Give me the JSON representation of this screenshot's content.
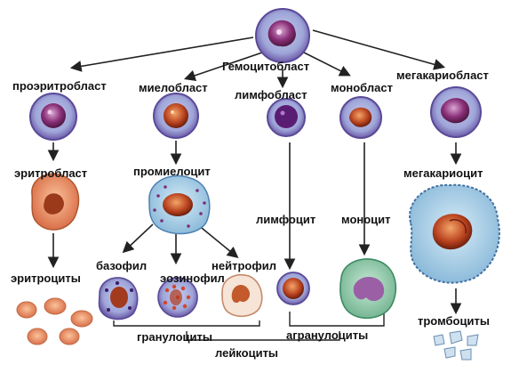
{
  "labels": {
    "hemocytoblast": "Гемоцитобласт",
    "proerythroblast": "проэритробласт",
    "myeloblast": "миелобласт",
    "lymphoblast": "лимфобласт",
    "monoblast": "монобласт",
    "megakaryoblast": "мегакариобласт",
    "erythroblast": "эритробласт",
    "promyelocyte": "промиелоцит",
    "megakaryocyte": "мегакариоцит",
    "lymphocyte": "лимфоцит",
    "monocyte": "моноцит",
    "basophil": "базофил",
    "eosinophil": "эозинофил",
    "neutrophil": "нейтрофил",
    "erythrocytes": "эритроциты",
    "thrombocytes": "тромбоциты",
    "granulocytes": "гранулоциты",
    "agranulocytes": "агранулоциты",
    "leukocytes": "лейкоциты"
  },
  "colors": {
    "cytoplasm_blue": "#9fa6d8",
    "membrane_purple": "#6a4fa3",
    "nucleus_dark": "#5a1d4a",
    "erythro_orange": "#e8906a",
    "monocyte_green": "#8cc7a6",
    "megakaryocyte_blue": "#a8cde6",
    "arrow": "#222222"
  }
}
